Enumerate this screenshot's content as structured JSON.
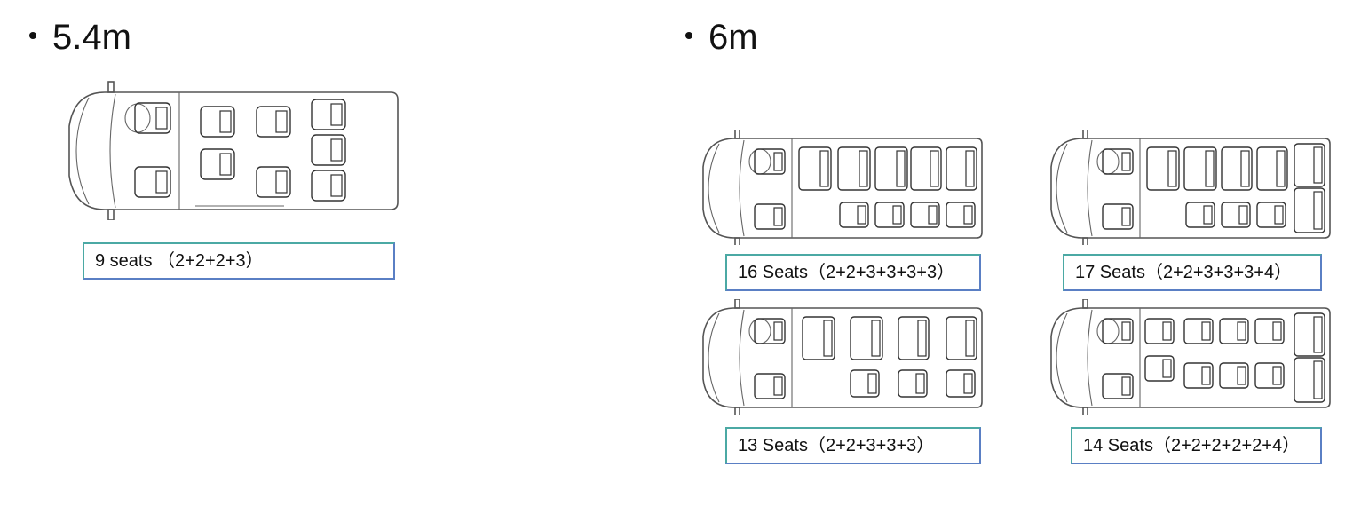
{
  "sections": [
    {
      "label": "5.4m"
    },
    {
      "label": "6m"
    }
  ],
  "layouts": [
    {
      "caption": "9 seats （2+2+2+3）"
    },
    {
      "caption": "16 Seats（2+2+3+3+3+3）"
    },
    {
      "caption": "17 Seats（2+2+3+3+3+4）"
    },
    {
      "caption": "13 Seats（2+2+3+3+3）"
    },
    {
      "caption": "14 Seats（2+2+2+2+2+4）"
    }
  ]
}
